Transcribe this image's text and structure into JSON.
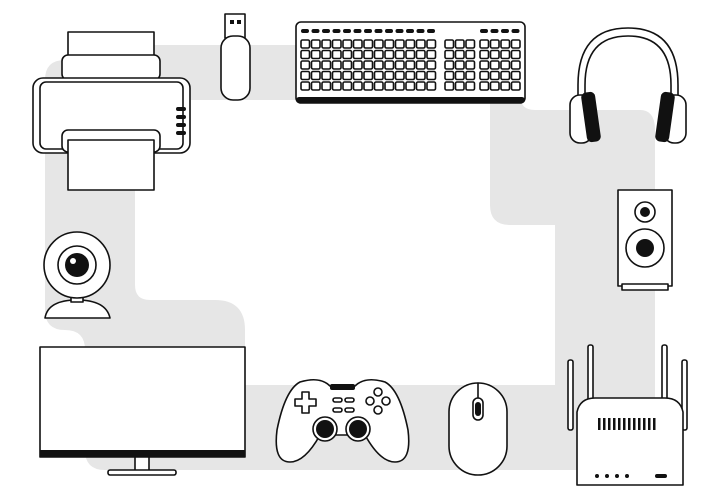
{
  "illustration": {
    "items": [
      "printer",
      "usb-stick",
      "keyboard",
      "headphones",
      "speaker",
      "webcam",
      "monitor",
      "gamepad",
      "mouse",
      "router"
    ],
    "colors": {
      "frame": "#e6e6e6",
      "stroke": "#111111",
      "background": "#ffffff"
    }
  }
}
